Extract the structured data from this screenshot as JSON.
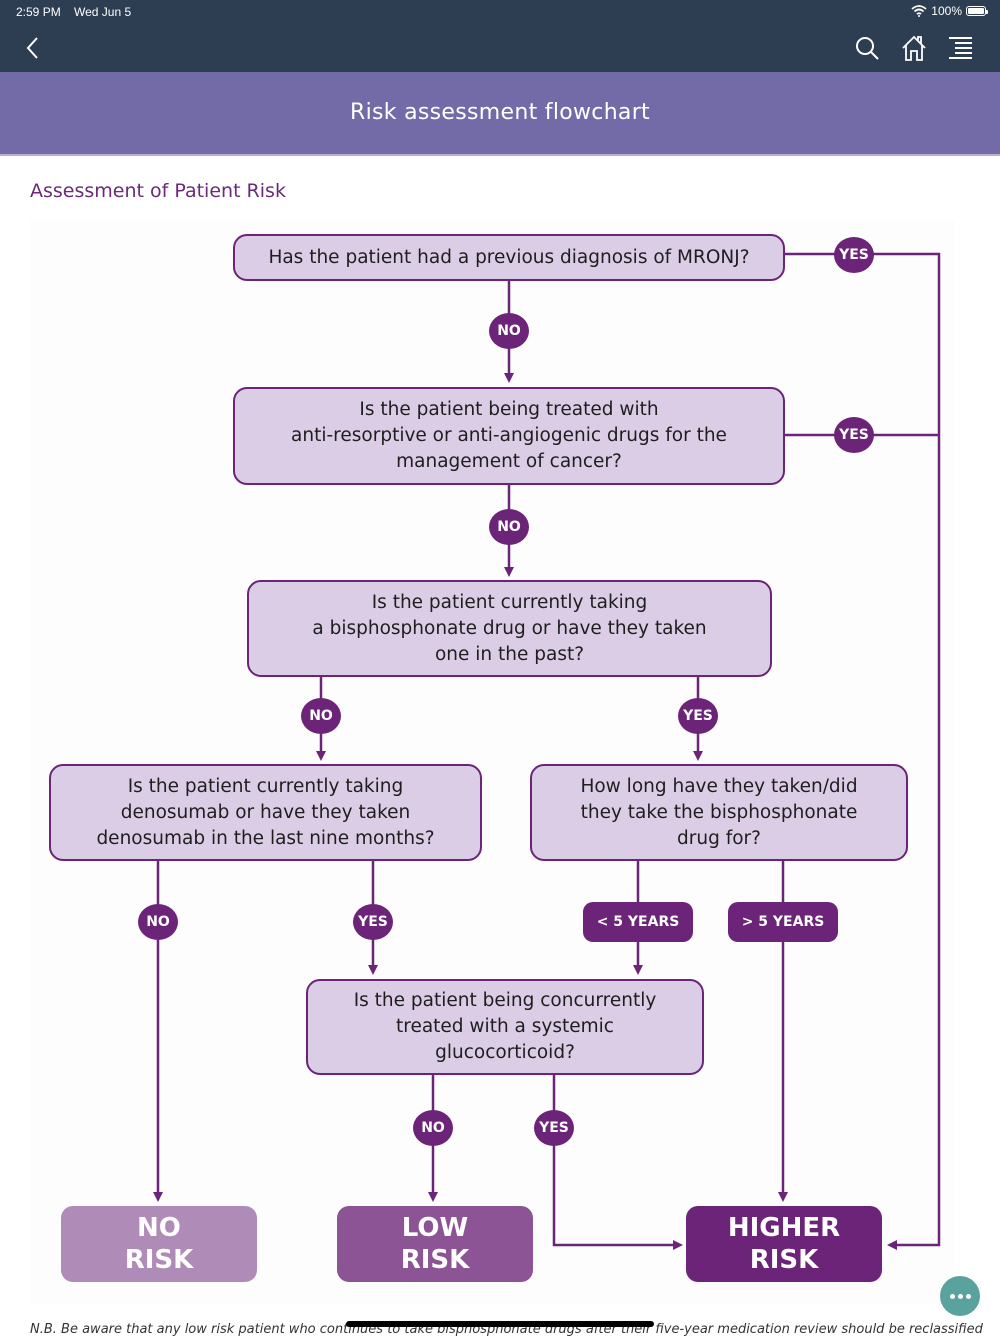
{
  "status_bar": {
    "time": "2:59 PM",
    "date": "Wed Jun 5",
    "battery": "100%",
    "icons": [
      "wifi-icon",
      "battery-icon"
    ]
  },
  "nav": {
    "icons": [
      "back-chevron-icon",
      "search-icon",
      "home-icon",
      "menu-icon"
    ]
  },
  "page": {
    "title": "Risk assessment flowchart",
    "section_title": "Assessment of Patient Risk"
  },
  "colors": {
    "header": "#2e3e52",
    "titlebar": "#736ba8",
    "accent": "#6b2478",
    "box_fill": "#dccde6",
    "no_risk": "#af8bb8",
    "low_risk": "#8c5494",
    "higher_risk": "#6b2478",
    "fab": "#5aa29e"
  },
  "flowchart": {
    "questions": {
      "q1": "Has the patient had a previous diagnosis of MRONJ?",
      "q2": "Is the patient being treated with\nanti-resorptive or anti-angiogenic drugs for the\nmanagement of cancer?",
      "q3": "Is the patient currently taking\na bisphosphonate drug or have they taken\none in the past?",
      "q4": "Is the patient currently taking\ndenosumab or have they taken\ndenosumab in the last nine months?",
      "q5": "How long have they taken/did\nthey take the bisphosphonate\ndrug for?",
      "q6": "Is the patient being concurrently\ntreated with a systemic\nglucocorticoid?"
    },
    "labels": {
      "q1_yes": "YES",
      "q1_no": "NO",
      "q2_yes": "YES",
      "q2_no": "NO",
      "q3_no": "NO",
      "q3_yes": "YES",
      "q4_no": "NO",
      "q4_yes": "YES",
      "q5_lt5": "< 5 YEARS",
      "q5_gt5": "> 5 YEARS",
      "q6_no": "NO",
      "q6_yes": "YES"
    },
    "outcomes": {
      "no_risk": "NO\nRISK",
      "low_risk": "LOW\nRISK",
      "higher_risk": "HIGHER\nRISK"
    }
  },
  "footnote": "N.B. Be aware that any low risk patient who continues to take bisphosphonate drugs after their five-year medication review should be reclassified",
  "fab": {
    "icon": "more-options-icon"
  }
}
